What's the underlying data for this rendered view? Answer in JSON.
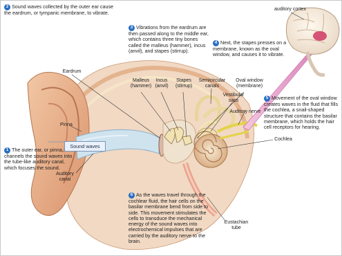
{
  "labels": {
    "auditory_cortex": "auditory cortex",
    "eardrum": "Eardrum",
    "malleus": "Malleus\n(hammer)",
    "incus": "Incus\n(anvil)",
    "stapes": "Stapes\n(stirrup)",
    "semicircular_canals": "Semicircular\ncanals",
    "oval_window": "Oval window\n(membrane)",
    "vestibular_sacs": "Vestibular\nsacs",
    "auditory_nerve": "Auditory nerve",
    "pinna": "Pinna",
    "sound_waves": "Sound waves",
    "cochlea": "Cochlea",
    "auditory_canal": "Auditory\ncanal",
    "eustachian_tube": "Eustachian\ntube"
  },
  "steps": [
    {
      "number": "1",
      "text": "The outer ear, or pinna, channels the sound waves into the tube-like auditory canal, which focuses the sound."
    },
    {
      "number": "2",
      "text": "Sound waves collected by the outer ear cause the eardrum, or tympanic membrane, to vibrate."
    },
    {
      "number": "3",
      "text": "Vibrations from the eardrum are then passed along to the middle ear, which contains three tiny bones called the malleus (hammer), incus (anvil), and stapes (stirrup)."
    },
    {
      "number": "4",
      "text": "Next, the stapes presses on a membrane, known as the oval window, and causes it to vibrate."
    },
    {
      "number": "5",
      "text": "Movement of the oval window creates waves in the fluid that fills the cochlea, a snail-shaped structure that contains the basilar membrane, which holds the hair cell receptors for hearing."
    },
    {
      "number": "6",
      "text": "As the waves travel through the cochlear fluid, the hair cells on the basilar membrane bend from side to side. This movement stimulates the cells to transduce the mechanical energy of the sound waves into electrochemical impulses that are carried by the auditory nerve to the brain."
    }
  ],
  "colors": {
    "step_badge": "#2a6fc1",
    "arrow": "#d98cc0",
    "skin": "#e9b48f",
    "bone": "#f1e3b5",
    "nerve": "#e4d34a",
    "canal": "#cfe3ef"
  }
}
